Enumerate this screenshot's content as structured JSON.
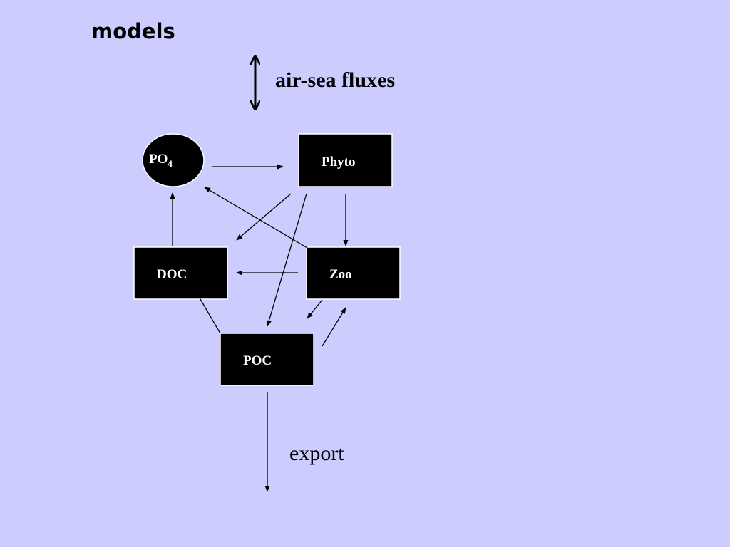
{
  "title": "models",
  "labels": {
    "air_sea": "air-sea fluxes",
    "export": "export"
  },
  "nodes": {
    "po4": {
      "main": "PO",
      "sub": "4"
    },
    "phyto": "Phyto",
    "doc": "DOC",
    "zoo": "Zoo",
    "poc": "POC"
  },
  "colors": {
    "background": "#cccdfe",
    "node_fill": "#000000",
    "node_outline": "#ffffff",
    "text": "#000000"
  }
}
